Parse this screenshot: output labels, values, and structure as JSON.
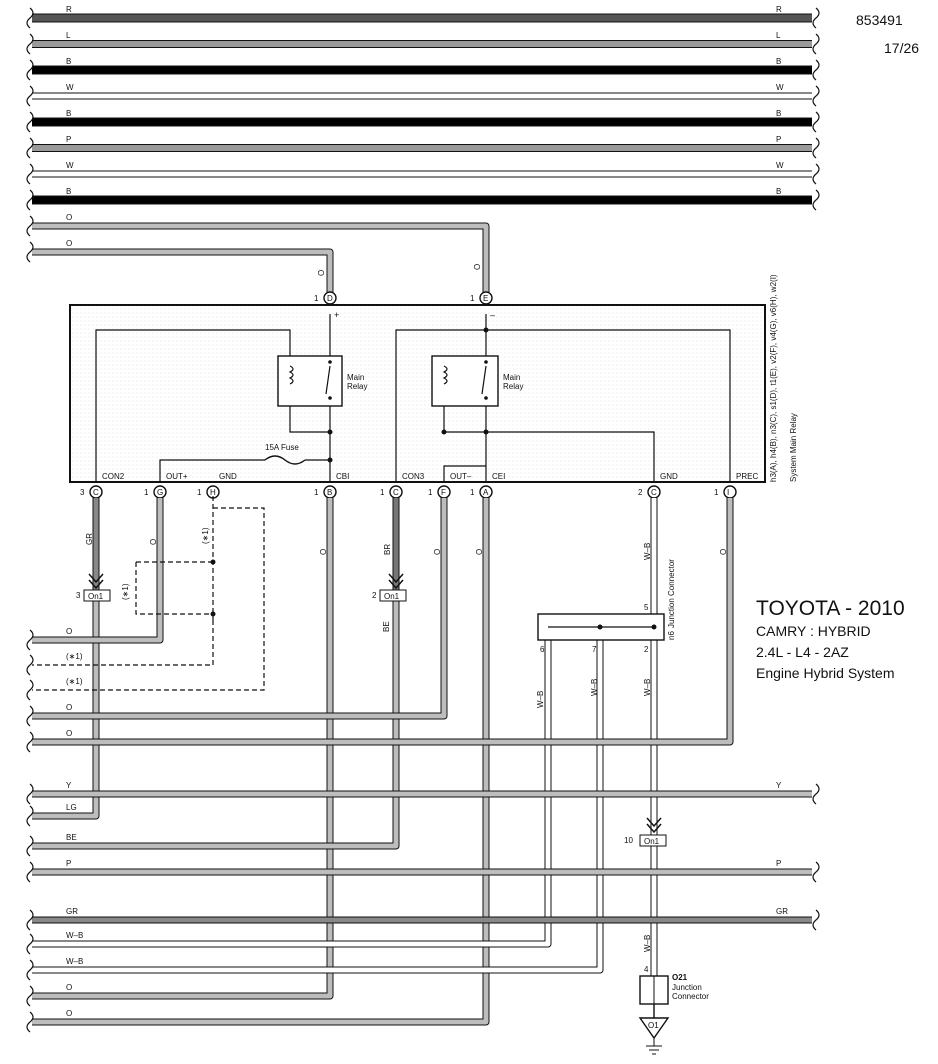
{
  "header": {
    "doc_id": "853491",
    "page": "17/26"
  },
  "title_block": {
    "line1": "TOYOTA - 2010",
    "line2": "CAMRY : HYBRID",
    "line3": "2.4L - L4 - 2AZ",
    "line4": "Engine Hybrid System"
  },
  "top_wires": [
    {
      "code": "R",
      "color": "#555555",
      "weight": "heavy"
    },
    {
      "code": "L",
      "color": "#9a9a9a",
      "weight": "medium"
    },
    {
      "code": "B",
      "color": "#000000",
      "weight": "heavy"
    },
    {
      "code": "W",
      "color": "#ffffff",
      "weight": "light"
    },
    {
      "code": "B",
      "color": "#000000",
      "weight": "heavy"
    },
    {
      "code": "P",
      "color": "#9a9a9a",
      "weight": "medium"
    },
    {
      "code": "W",
      "color": "#ffffff",
      "weight": "light"
    },
    {
      "code": "B",
      "color": "#000000",
      "weight": "heavy"
    }
  ],
  "feed_wires": [
    "O",
    "O"
  ],
  "component": {
    "name": "System Main Relay",
    "connector_refs": "h3(A), h4(B), n3(C), s1(D), t1(E), v2(F), v4(G), v6(H), w2(I)",
    "relay_label": "Main Relay",
    "fuse_label": "15A Fuse",
    "plus_sign": "+",
    "minus_sign": "–",
    "top_pins": [
      {
        "num": "1",
        "letter": "D",
        "wire": "O"
      },
      {
        "num": "1",
        "letter": "E",
        "wire": "O"
      }
    ],
    "bottom_pins": [
      {
        "num": "3",
        "letter": "C",
        "name": "CON2",
        "wire": "GR"
      },
      {
        "num": "1",
        "letter": "G",
        "name": "OUT+",
        "wire": "O"
      },
      {
        "num": "1",
        "letter": "H",
        "name": "GND",
        "wire": "(∗1)"
      },
      {
        "num": "1",
        "letter": "B",
        "name": "CBI",
        "wire": "O"
      },
      {
        "num": "1",
        "letter": "C",
        "name": "CON3",
        "wire": "BR"
      },
      {
        "num": "1",
        "letter": "F",
        "name": "OUT–",
        "wire": "O"
      },
      {
        "num": "1",
        "letter": "A",
        "name": "CEI",
        "wire": "O"
      },
      {
        "num": "2",
        "letter": "C",
        "name": "GND",
        "wire": "W–B"
      },
      {
        "num": "1",
        "letter": "I",
        "name": "PREC",
        "wire": "O"
      }
    ]
  },
  "inline_connectors": [
    {
      "num": "3",
      "name": "On1"
    },
    {
      "num": "2",
      "name": "On1"
    },
    {
      "num": "10",
      "name": "On1"
    }
  ],
  "star_label": "(∗1)",
  "be_wire": "BE",
  "junction_n6": {
    "name": "n6",
    "label": "Junction Connector",
    "pins": {
      "in": "5",
      "out": "2",
      "left1": "6",
      "left2": "7"
    },
    "wires": [
      "W–B",
      "W–B",
      "W–B"
    ]
  },
  "junction_o21": {
    "name": "O21",
    "label": "Junction Connector",
    "pin": "4",
    "wire": "W–B",
    "ground": "O1"
  },
  "bottom_left_wires": [
    "O",
    "(∗1)",
    "(∗1)",
    "O",
    "O"
  ],
  "lower_bus": [
    {
      "code": "Y",
      "right": "Y"
    },
    {
      "code": "LG",
      "right": ""
    },
    {
      "code": "BE",
      "right": ""
    },
    {
      "code": "P",
      "right": "P"
    },
    {
      "code": "GR",
      "right": "GR"
    },
    {
      "code": "W–B",
      "right": ""
    },
    {
      "code": "W–B",
      "right": ""
    },
    {
      "code": "O",
      "right": ""
    },
    {
      "code": "O",
      "right": ""
    }
  ]
}
